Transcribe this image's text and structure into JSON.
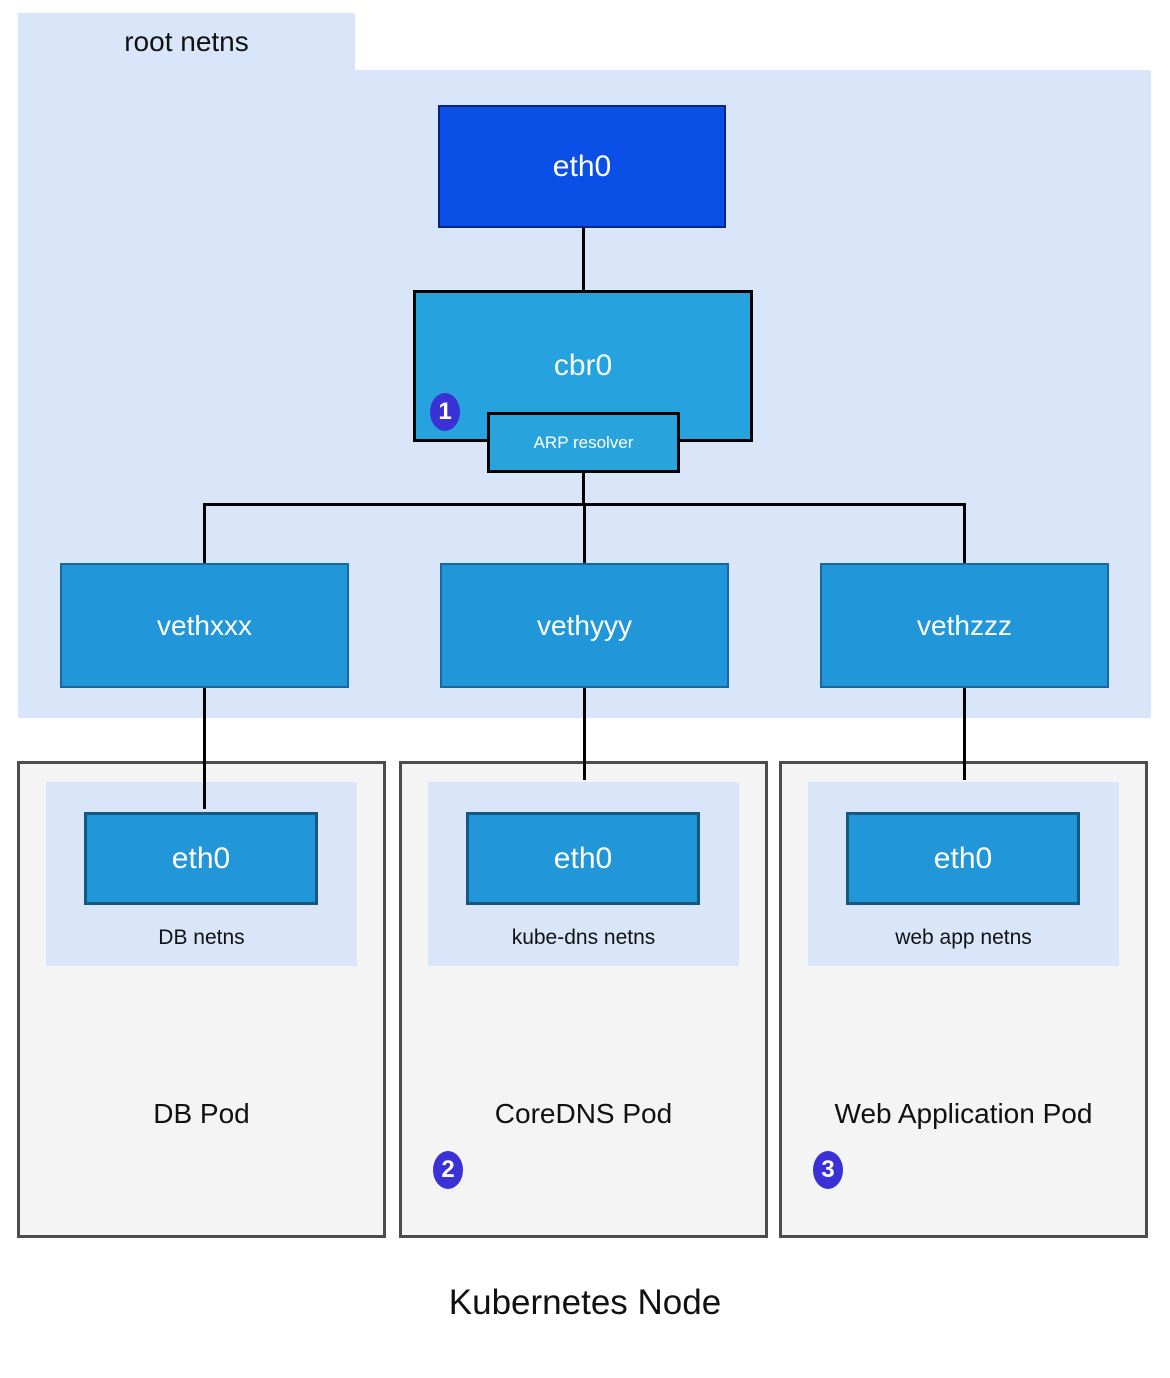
{
  "colors": {
    "netns_bg": "#d9e5f8",
    "eth0_root_fill": "#0a4fe6",
    "eth0_root_border": "#0e2280",
    "bridge_fill": "#26a2de",
    "veth_fill": "#2196d8",
    "veth_border": "#1668a0",
    "pod_eth_border": "#155880",
    "pod_bg": "#f4f4f4",
    "pod_border": "#4d4d4d",
    "badge_fill": "#3a31d6",
    "line": "#000000"
  },
  "root_netns": {
    "label": "root netns",
    "eth0": "eth0",
    "bridge": "cbr0",
    "arp": "ARP resolver",
    "badge": "1",
    "veths": [
      {
        "label": "vethxxx"
      },
      {
        "label": "vethyyy"
      },
      {
        "label": "vethzzz"
      }
    ]
  },
  "pods": [
    {
      "name": "DB Pod",
      "eth": "eth0",
      "netns": "DB netns"
    },
    {
      "name": "CoreDNS Pod",
      "eth": "eth0",
      "netns": "kube-dns netns",
      "badge": "2"
    },
    {
      "name": "Web Application Pod",
      "eth": "eth0",
      "netns": "web app netns",
      "badge": "3"
    }
  ],
  "footer": {
    "title": "Kubernetes Node"
  }
}
